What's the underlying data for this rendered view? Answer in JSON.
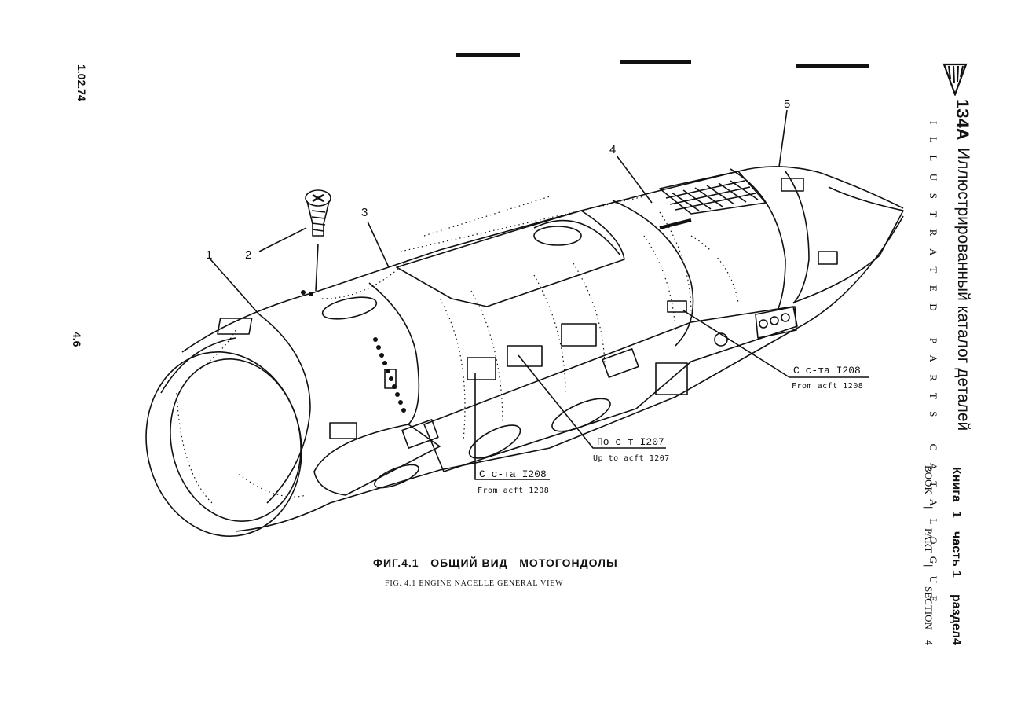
{
  "header": {
    "doc_code": "134A",
    "title_ru": "Иллюстрированный каталог деталей",
    "title_en": "ILLUSTRATED PARTS CATALOGUE",
    "book_ru": "Книга",
    "book_num": "1",
    "part_ru": "часть",
    "part_num": "1",
    "section_ru": "раздел",
    "section_num": "4",
    "book_en": "BOOK",
    "part_en": "PART",
    "section_en": "SECTION"
  },
  "margin": {
    "date": "1.02.74",
    "page": "4.6"
  },
  "callouts": [
    "1",
    "2",
    "3",
    "4",
    "5"
  ],
  "effectivity": [
    {
      "main": "С с-та I208",
      "sub": "From acft 1208"
    },
    {
      "main": "По с-т I207",
      "sub": "Up to acft 1207"
    },
    {
      "main": "С с-та I208",
      "sub": "From acft 1208"
    }
  ],
  "caption": {
    "ru": "ФИГ.4.1   ОБЩИЙ ВИД   МОТОГОНДОЛЫ",
    "en": "FIG. 4.1 ENGINE NACELLE GENERAL VIEW"
  }
}
